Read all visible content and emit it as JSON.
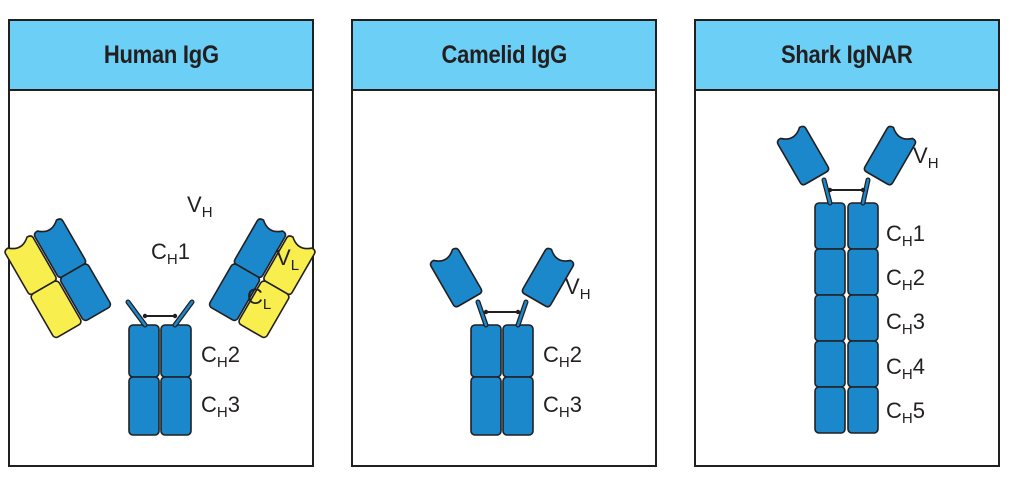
{
  "colors": {
    "header_bg": "#6ccff6",
    "heavy_chain": "#1b88cb",
    "light_chain": "#f8ee4d",
    "outline": "#231f20"
  },
  "panels": [
    {
      "title": "Human IgG",
      "labels": {
        "vh": {
          "main": "V",
          "sub": "H"
        },
        "ch1": {
          "main": "C",
          "sub": "H",
          "suffix": "1"
        },
        "vl": {
          "main": "V",
          "sub": "L"
        },
        "cl": {
          "main": "C",
          "sub": "L"
        },
        "ch2": {
          "main": "C",
          "sub": "H",
          "suffix": "2"
        },
        "ch3": {
          "main": "C",
          "sub": "H",
          "suffix": "3"
        }
      }
    },
    {
      "title": "Camelid IgG",
      "labels": {
        "vh": {
          "main": "V",
          "sub": "H"
        },
        "ch2": {
          "main": "C",
          "sub": "H",
          "suffix": "2"
        },
        "ch3": {
          "main": "C",
          "sub": "H",
          "suffix": "3"
        }
      }
    },
    {
      "title": "Shark IgNAR",
      "labels": {
        "vh": {
          "main": "V",
          "sub": "H"
        },
        "ch1": {
          "main": "C",
          "sub": "H",
          "suffix": "1"
        },
        "ch2": {
          "main": "C",
          "sub": "H",
          "suffix": "2"
        },
        "ch3": {
          "main": "C",
          "sub": "H",
          "suffix": "3"
        },
        "ch4": {
          "main": "C",
          "sub": "H",
          "suffix": "4"
        },
        "ch5": {
          "main": "C",
          "sub": "H",
          "suffix": "5"
        }
      }
    }
  ]
}
